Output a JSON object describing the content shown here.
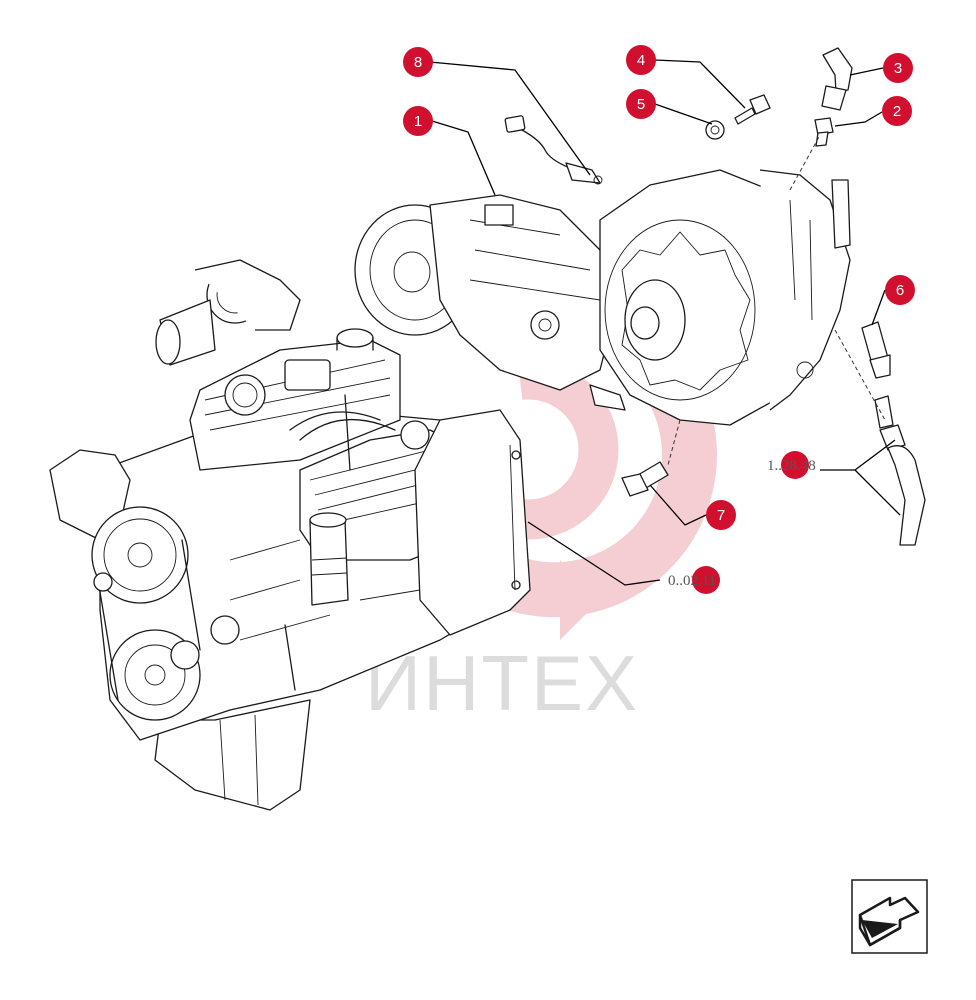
{
  "watermark": {
    "text": "ИНТЕХ"
  },
  "accent_color": "#d0102e",
  "callouts": [
    {
      "id": "c1",
      "label": "1"
    },
    {
      "id": "c2",
      "label": "2"
    },
    {
      "id": "c3",
      "label": "3"
    },
    {
      "id": "c4",
      "label": "4"
    },
    {
      "id": "c5",
      "label": "5"
    },
    {
      "id": "c6",
      "label": "6"
    },
    {
      "id": "c7",
      "label": "7"
    },
    {
      "id": "c8",
      "label": "8"
    }
  ],
  "references": [
    {
      "id": "r1",
      "text": "1..28.48"
    },
    {
      "id": "r2",
      "text": "0..02.11"
    }
  ],
  "nav": {
    "icon": "next-page-arrow-icon"
  }
}
